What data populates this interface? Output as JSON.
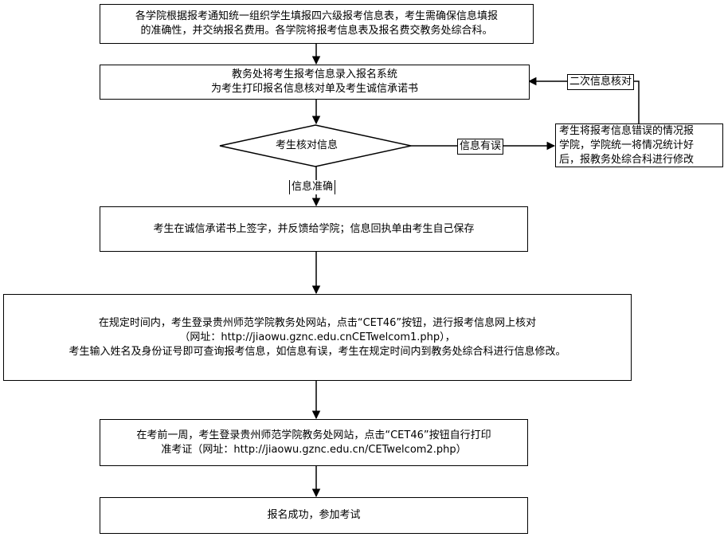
{
  "step1": {
    "line1": "各学院根据报考通知统一组织学生填报四六级报考信息表，考生需确保信息填报",
    "line2": "的准确性，并交纳报名费用。各学院将报考信息表及报名费交教务处综合科。"
  },
  "step2": {
    "line1": "教务处将考生报考信息录入报名系统",
    "line2": "为考生打印报名信息核对单及考生诚信承诺书"
  },
  "decision": {
    "text": "考生核对信息"
  },
  "branch_error": {
    "label": "信息有误"
  },
  "correction": {
    "line1": "考生将报考信息错误的情况报",
    "line2": "学院，学院统一将情况统计好",
    "line3": "后，报教务处综合科进行修改"
  },
  "loop_back": {
    "label": "二次信息核对"
  },
  "branch_ok": {
    "label": "信息准确"
  },
  "step3": {
    "text": "考生在诚信承诺书上签字，并反馈给学院；信息回执单由考生自己保存"
  },
  "step4": {
    "line1": "在规定时间内，考生登录贵州师范学院教务处网站，点击“CET46”按钮，进行报考信息网上核对",
    "line2": "（网址：http://jiaowu.gznc.edu.cnCETwelcom1.php），",
    "line3": "考生输入姓名及身份证号即可查询报考信息，如信息有误，考生在规定时间内到教务处综合科进行信息修改。"
  },
  "step5": {
    "line1": "在考前一周，考生登录贵州师范学院教务处网站，点击“CET46”按钮自行打印",
    "line2": "准考证（网址：http://jiaowu.gznc.edu.cn/CETwelcom2.php）"
  },
  "step6": {
    "text": "报名成功，参加考试"
  }
}
